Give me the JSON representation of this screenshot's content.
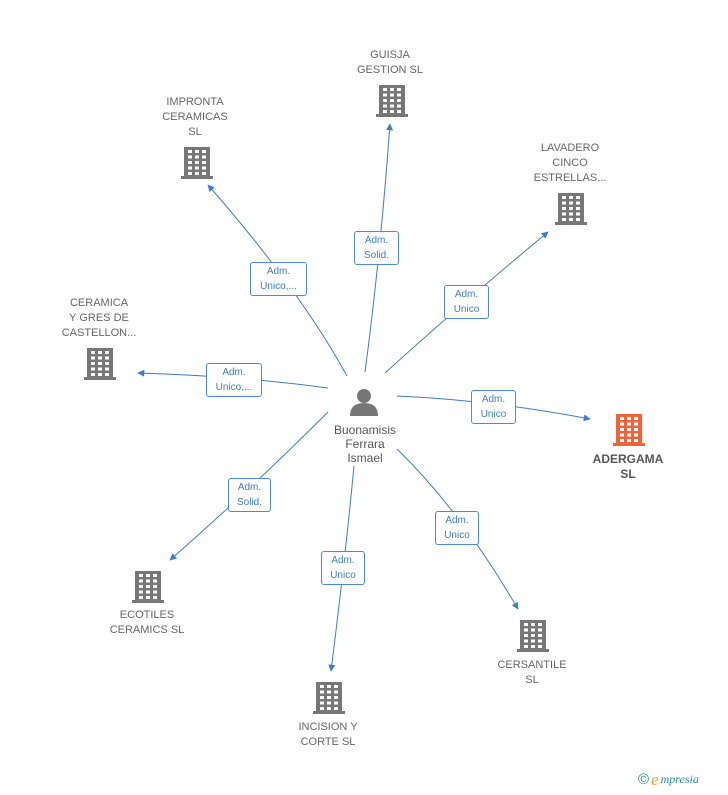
{
  "center": {
    "name": "Buonamisis\nFerrara\nIsmael",
    "icon": "person-icon"
  },
  "colors": {
    "edge": "#3d7cc9",
    "company": "#777777",
    "active_company": "#f0643a",
    "person": "#777777"
  },
  "companies": [
    {
      "id": "guisja",
      "name": "GUISJA\nGESTION SL",
      "role": "Adm.\nSolid.",
      "active": false
    },
    {
      "id": "impronta",
      "name": "IMPRONTA\nCERAMICAS\nSL",
      "role": "Adm.\nUnico,...",
      "active": false
    },
    {
      "id": "lavadero",
      "name": "LAVADERO\nCINCO\nESTRELLAS...",
      "role": "Adm.\nUnico",
      "active": false
    },
    {
      "id": "ceramica",
      "name": "CERAMICA\nY GRES DE\nCASTELLON...",
      "role": "Adm.\nUnico,...",
      "active": false
    },
    {
      "id": "adergama",
      "name": "ADERGAMA\nSL",
      "role": "Adm.\nUnico",
      "active": true
    },
    {
      "id": "ecotiles",
      "name": "ECOTILES\nCERAMICS SL",
      "role": "Adm.\nSolid.",
      "active": false
    },
    {
      "id": "cersantile",
      "name": "CERSANTILE\nSL",
      "role": "Adm.\nUnico",
      "active": false
    },
    {
      "id": "incision",
      "name": "INCISION Y\nCORTE SL",
      "role": "Adm.\nUnico",
      "active": false
    }
  ],
  "watermark": {
    "copyright": "©",
    "brand_initial": "e",
    "brand_rest": "mpresia"
  }
}
